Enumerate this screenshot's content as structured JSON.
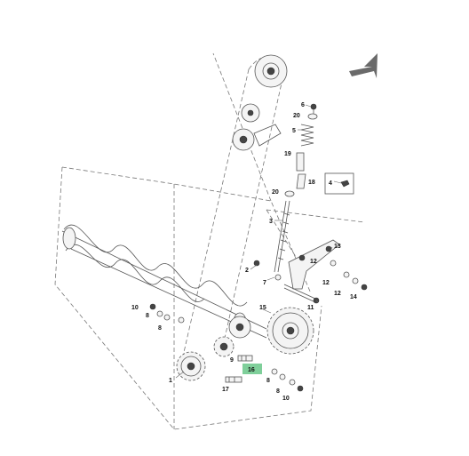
{
  "diagram": {
    "callouts": [
      {
        "id": "c1",
        "text": "1"
      },
      {
        "id": "c2",
        "text": "2"
      },
      {
        "id": "c3",
        "text": "3"
      },
      {
        "id": "c4",
        "text": "4"
      },
      {
        "id": "c5",
        "text": "5"
      },
      {
        "id": "c6",
        "text": "6"
      },
      {
        "id": "c7",
        "text": "7"
      },
      {
        "id": "c8a",
        "text": "8"
      },
      {
        "id": "c8b",
        "text": "8"
      },
      {
        "id": "c8c",
        "text": "8"
      },
      {
        "id": "c8d",
        "text": "8"
      },
      {
        "id": "c9",
        "text": "9"
      },
      {
        "id": "c10a",
        "text": "10"
      },
      {
        "id": "c10b",
        "text": "10"
      },
      {
        "id": "c11",
        "text": "11"
      },
      {
        "id": "c12a",
        "text": "12"
      },
      {
        "id": "c12b",
        "text": "12"
      },
      {
        "id": "c12c",
        "text": "12"
      },
      {
        "id": "c13",
        "text": "13"
      },
      {
        "id": "c14",
        "text": "14"
      },
      {
        "id": "c15",
        "text": "15"
      },
      {
        "id": "c16",
        "text": "16"
      },
      {
        "id": "c17",
        "text": "17"
      },
      {
        "id": "c18",
        "text": "18"
      },
      {
        "id": "c19",
        "text": "19"
      },
      {
        "id": "c20a",
        "text": "20"
      },
      {
        "id": "c20b",
        "text": "20"
      }
    ],
    "highlight_color": "#7fcf9a",
    "arrow_color": "#6a6a6a"
  }
}
